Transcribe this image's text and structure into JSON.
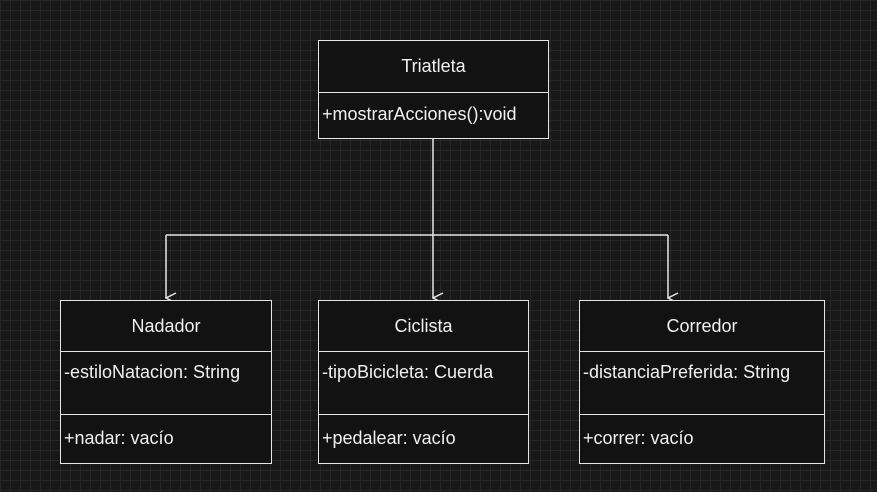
{
  "colors": {
    "background": "#181818",
    "stroke": "#e6e6e6",
    "box_fill": "#121212",
    "text": "#f0f0f0"
  },
  "classes": {
    "triatleta": {
      "name": "Triatleta",
      "operations": [
        "+mostrarAcciones():void"
      ]
    },
    "nadador": {
      "name": "Nadador",
      "attributes": [
        "-estiloNatacion: String"
      ],
      "operations": [
        "+nadar: vacío"
      ]
    },
    "ciclista": {
      "name": "Ciclista",
      "attributes": [
        "-tipoBicicleta: Cuerda"
      ],
      "operations": [
        "+pedalear: vacío"
      ]
    },
    "corredor": {
      "name": "Corredor",
      "attributes": [
        "-distanciaPreferida: String"
      ],
      "operations": [
        "+correr: vacío"
      ]
    }
  }
}
